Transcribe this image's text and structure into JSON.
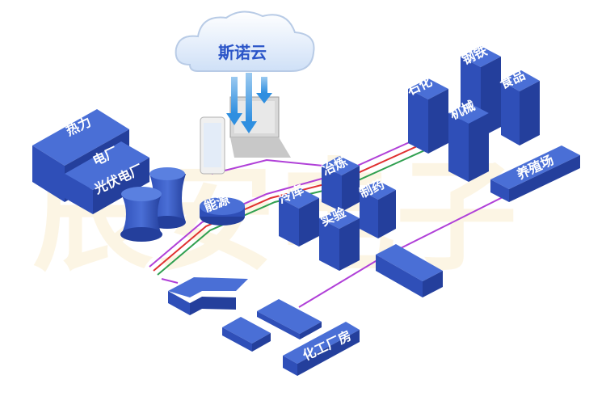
{
  "cloud": {
    "label": "斯诺云"
  },
  "watermark": "辰安电子",
  "labels": {
    "thermal": "热力",
    "power_plant": "电厂",
    "pv_plant": "光伏电厂",
    "energy": "能源",
    "cold_storage": "冷库",
    "smelting": "冶炼",
    "lab": "实验",
    "pharma": "制药",
    "petrochem": "石化",
    "steel": "钢铁",
    "food": "食品",
    "machinery": "机械",
    "farm": "养殖场",
    "chem_plant": "化工厂房"
  },
  "colors": {
    "block_top": "#4a6fd6",
    "block_left": "#2f4fb8",
    "block_right": "#243f9c",
    "cloud_text": "#2b55c8",
    "pipe_purple": "#b040d8",
    "pipe_red": "#e03030",
    "pipe_green": "#30a050"
  }
}
